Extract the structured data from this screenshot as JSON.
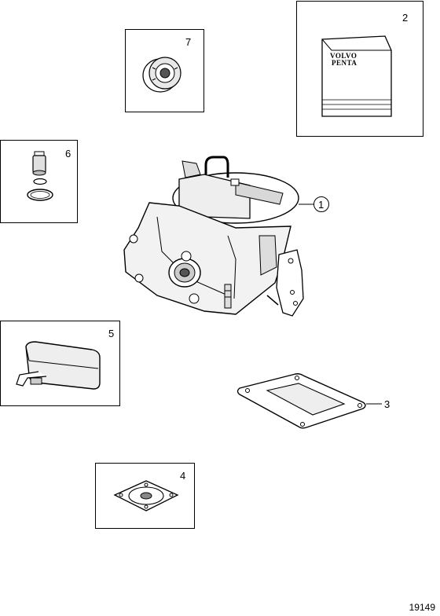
{
  "callouts": {
    "p1": "1",
    "p2": "2",
    "p3": "3",
    "p4": "4",
    "p5": "5",
    "p6": "6",
    "p7": "7"
  },
  "book": {
    "line1": "VOLVO",
    "line2": "PENTA"
  },
  "figure_code": "19149"
}
